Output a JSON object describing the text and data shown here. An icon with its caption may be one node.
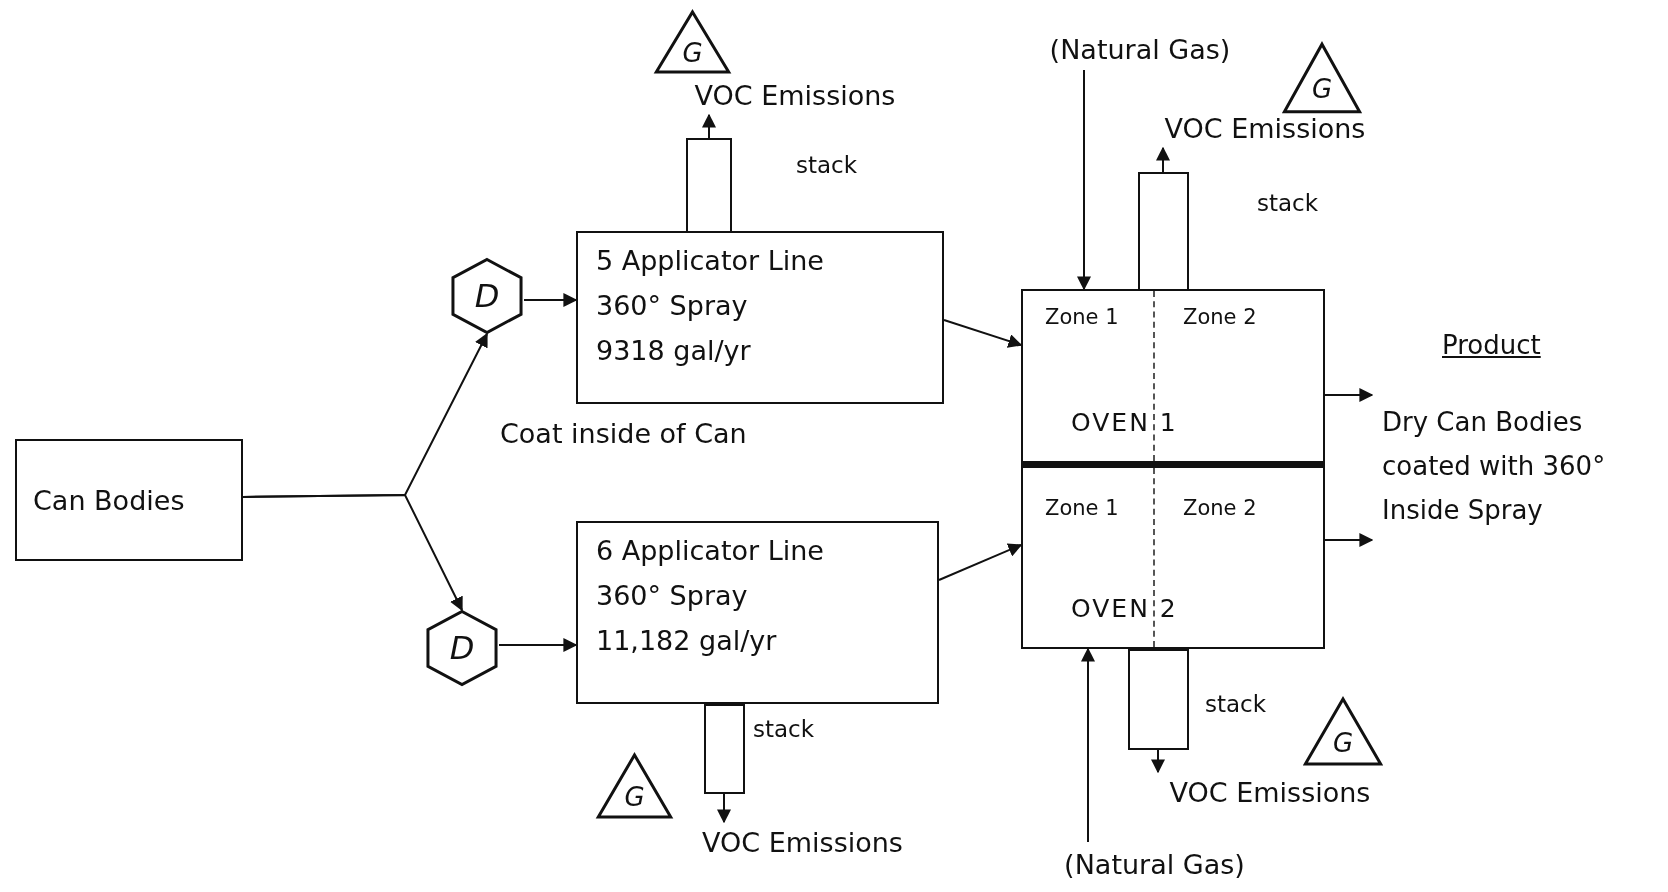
{
  "diagram": {
    "nodes": [
      {
        "text": [
          "Can Bodies"
        ]
      },
      {
        "text": [
          "D"
        ]
      },
      {
        "text": [
          "D"
        ]
      },
      {
        "text": [
          "5 Applicator Line",
          "360° Spray",
          "9318 gal/yr"
        ]
      },
      {
        "text": [
          "6 Applicator Line",
          "360° Spray",
          "11,182 gal/yr"
        ]
      },
      {
        "text": [
          "Zone 1",
          "Zone 2",
          "OVEN 1"
        ]
      },
      {
        "text": [
          "Zone 1",
          "Zone 2",
          "OVEN 2"
        ]
      },
      {
        "text": [],
        "shape": "box",
        "beside": [
          "stack"
        ]
      },
      {
        "text": [],
        "shape": "box",
        "beside": [
          "stack"
        ]
      },
      {
        "text": [],
        "shape": "box",
        "beside": [
          "stack"
        ]
      },
      {
        "text": [],
        "shape": "box",
        "beside": [
          "stack"
        ]
      },
      {
        "text": [
          "VOC Emissions"
        ]
      },
      {
        "text": [
          "VOC Emissions"
        ]
      },
      {
        "text": [
          "VOC Emissions"
        ]
      },
      {
        "text": [
          "VOC Emissions"
        ]
      },
      {
        "text": [
          "(Natural Gas)"
        ]
      },
      {
        "text": [
          "(Natural Gas)"
        ]
      },
      {
        "text": [
          "Product",
          "Dry Can Bodies coated with 360° Inside Spray"
        ]
      },
      {
        "text": [
          "G"
        ]
      },
      {
        "text": [
          "G"
        ]
      },
      {
        "text": [
          "G"
        ]
      },
      {
        "text": [
          "G"
        ]
      }
    ],
    "edges": [
      {
        "from": 0,
        "to": 1,
        "arrow": "to"
      },
      {
        "from": 0,
        "to": 2,
        "arrow": "to"
      },
      {
        "from": 1,
        "to": 3,
        "arrow": "to"
      },
      {
        "from": 2,
        "to": 4,
        "arrow": "to"
      },
      {
        "from": 3,
        "to": 5,
        "arrow": "to"
      },
      {
        "from": 4,
        "to": 6,
        "arrow": "to"
      },
      {
        "from": 5,
        "to": 17,
        "arrow": "to"
      },
      {
        "from": 6,
        "to": 17,
        "arrow": "to"
      },
      {
        "from": 7,
        "to": 11,
        "arrow": "to"
      },
      {
        "from": 9,
        "to": 12,
        "arrow": "to"
      },
      {
        "from": 8,
        "to": 13,
        "arrow": "to"
      },
      {
        "from": 10,
        "to": 14,
        "arrow": "to"
      },
      {
        "from": 15,
        "to": 5,
        "arrow": "to"
      },
      {
        "from": 16,
        "to": 6,
        "arrow": "to"
      }
    ],
    "labels": [
      "Coat inside of Can"
    ]
  }
}
